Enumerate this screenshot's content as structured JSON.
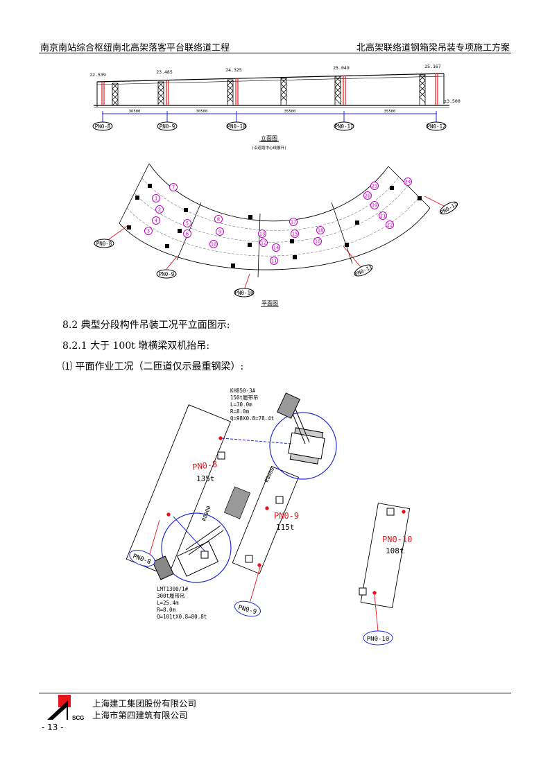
{
  "header": {
    "left": "南京南站综合枢纽南北高架落客平台联络道工程",
    "right": "北高架联络道钢箱梁吊装专项施工方案"
  },
  "elevation": {
    "elevations": [
      "22.539",
      "23.485",
      "24.325",
      "25.049",
      "25.167"
    ],
    "datum": "±3.500",
    "spans": [
      "36500",
      "30500",
      "35500",
      "35500"
    ],
    "piers": [
      "PN0-8",
      "PN0-9",
      "PN0-10",
      "PN0-11",
      "PN0-12"
    ],
    "title": "立面图",
    "subtitle": "(沿道路中心线展开)"
  },
  "plan": {
    "title": "平面图",
    "piers": [
      "PN0-8",
      "PN0-9",
      "PN0-10",
      "PN0-11",
      "PN0-12"
    ],
    "segments": [
      "1",
      "2",
      "3",
      "4",
      "5",
      "6",
      "7",
      "8",
      "9",
      "10",
      "11",
      "12",
      "13",
      "14",
      "15",
      "16",
      "17",
      "18",
      "19",
      "20",
      "21",
      "22",
      "23",
      "24"
    ]
  },
  "text": {
    "s82": "8.2 典型分段构件吊装工况平立面图示:",
    "s821": "8.2.1 大于 100t 墩横梁双机抬吊:",
    "s1": "⑴ 平面作业工况（二匝道仅示最重钢梁）:"
  },
  "lift": {
    "crane1": [
      "KH850-3#",
      "150t履带吊",
      "L=30.0m",
      "R=8.0m",
      "Q=98X0.8=78.4t"
    ],
    "crane2": [
      "LMT1300/1#",
      "300t履带吊",
      "L=25.4m",
      "R=8.0m",
      "Q=101tX0.8=80.8t"
    ],
    "r1": "R8000",
    "r2": "R8000",
    "girders": [
      {
        "pier": "PN0-8",
        "weight": "135t"
      },
      {
        "pier": "PN0-9",
        "weight": "115t"
      },
      {
        "pier": "PN0-10",
        "weight": "108t"
      }
    ]
  },
  "footer": {
    "company1": "上海建工集团股份有限公司",
    "company2": "上海市第四建筑有限公司",
    "logo_text": "SCG",
    "page": "- 13 -"
  },
  "colors": {
    "accent_red": "#e8141b",
    "accent_blue": "#1f2ad6",
    "magenta": "#c000c0"
  }
}
